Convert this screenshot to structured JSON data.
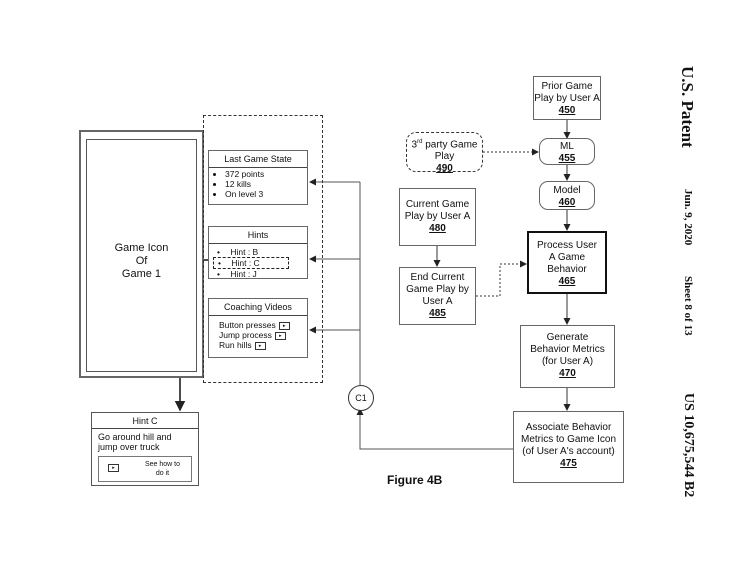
{
  "header": {
    "patent_office": "U.S. Patent",
    "date": "Jun. 9, 2020",
    "sheet": "Sheet 8 of 13",
    "patent_number": "US 10,675,544 B2"
  },
  "figure_label": "Figure 4B",
  "game_icon": {
    "line1": "Game Icon",
    "line2": "Of",
    "line3": "Game 1"
  },
  "last_game_state": {
    "title": "Last Game State",
    "items": [
      "372 points",
      "12 kills",
      "On level 3"
    ]
  },
  "hints": {
    "title": "Hints",
    "items": [
      "Hint : B",
      "Hint : C",
      "Hint : J"
    ]
  },
  "coaching": {
    "title": "Coaching Videos",
    "items": [
      "Button presses",
      "Jump process",
      "Run hills"
    ]
  },
  "hint_c": {
    "title": "Hint C",
    "line1": "Go around hill and",
    "line2": "jump over truck",
    "see_how": "See how to",
    "do_it": "do it"
  },
  "connector": "C1",
  "nodes": {
    "n450": {
      "line1": "Prior Game",
      "line2": "Play by User A",
      "ref": "450"
    },
    "n490": {
      "line1a": "3",
      "sup": "rd",
      "line1b": " party Game",
      "line2": "Play",
      "ref": "490"
    },
    "n455": {
      "line1": "ML",
      "ref": "455"
    },
    "n460": {
      "line1": "Model",
      "ref": "460"
    },
    "n480": {
      "line1": "Current Game",
      "line2": "Play by User A",
      "ref": "480"
    },
    "n465": {
      "line1": "Process User",
      "line2": "A Game",
      "line3": "Behavior",
      "ref": "465"
    },
    "n485": {
      "line1": "End Current",
      "line2": "Game Play by",
      "line3": "User A",
      "ref": "485"
    },
    "n470": {
      "line1": "Generate",
      "line2": "Behavior Metrics",
      "line3": "(for User A)",
      "ref": "470"
    },
    "n475": {
      "line1": "Associate Behavior",
      "line2": "Metrics to Game Icon",
      "line3": "(of User A's account)",
      "ref": "475"
    }
  }
}
